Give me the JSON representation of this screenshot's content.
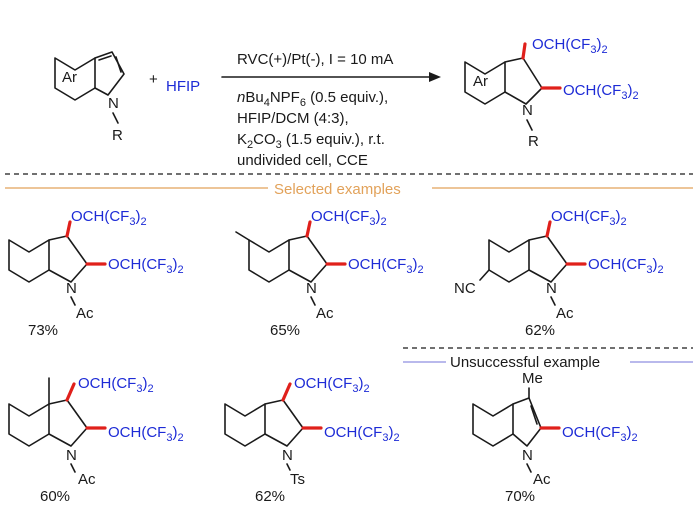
{
  "reaction": {
    "reactant_ring_label": "Ar",
    "reactant_n_label": "N",
    "reactant_r_label": "R",
    "plus": "+",
    "reagent": "HFIP",
    "conditions_above": "RVC(+)/Pt(-), I = 10 mA",
    "conditions_below": {
      "line1_italic": "n",
      "line1_a": "Bu",
      "line1_sub": "4",
      "line1_b": "NPF",
      "line1_sub2": "6",
      "line1_c": " (0.5 equiv.),",
      "line2": "HFIP/DCM (4:3),",
      "line3_a": "K",
      "line3_sub": "2",
      "line3_b": "CO",
      "line3_sub2": "3",
      "line3_c": " (1.5 equiv.), r.t.",
      "line4": "undivided cell, CCE"
    },
    "product_ring_label": "Ar",
    "product_n_label": "N",
    "product_r_label": "R"
  },
  "group": {
    "main": "OCH(CF",
    "sub": "3",
    "close": ")",
    "sub2": "2"
  },
  "sections": {
    "selected_title": "Selected examples",
    "unsuccessful_title": "Unsuccessful example"
  },
  "examples": [
    {
      "n_label": "N",
      "protecting_group": "Ac",
      "yield": "73%"
    },
    {
      "substituent": "",
      "n_label": "N",
      "protecting_group": "Ac",
      "yield": "65%"
    },
    {
      "substituent": "NC",
      "n_label": "N",
      "protecting_group": "Ac",
      "yield": "62%"
    },
    {
      "substituent": "",
      "n_label": "N",
      "protecting_group": "Ac",
      "yield": "60%"
    },
    {
      "n_label": "N",
      "protecting_group": "Ts",
      "yield": "62%"
    },
    {
      "substituent": "Me",
      "n_label": "N",
      "protecting_group": "Ac",
      "yield": "70%"
    }
  ],
  "colors": {
    "text": "#1a1a1a",
    "group_blue": "#1d2bd6",
    "new_bond_red": "#e0201b",
    "selected_line_orange": "#e2a25a",
    "unsuccessful_line_lavender": "#8f8fe0"
  }
}
